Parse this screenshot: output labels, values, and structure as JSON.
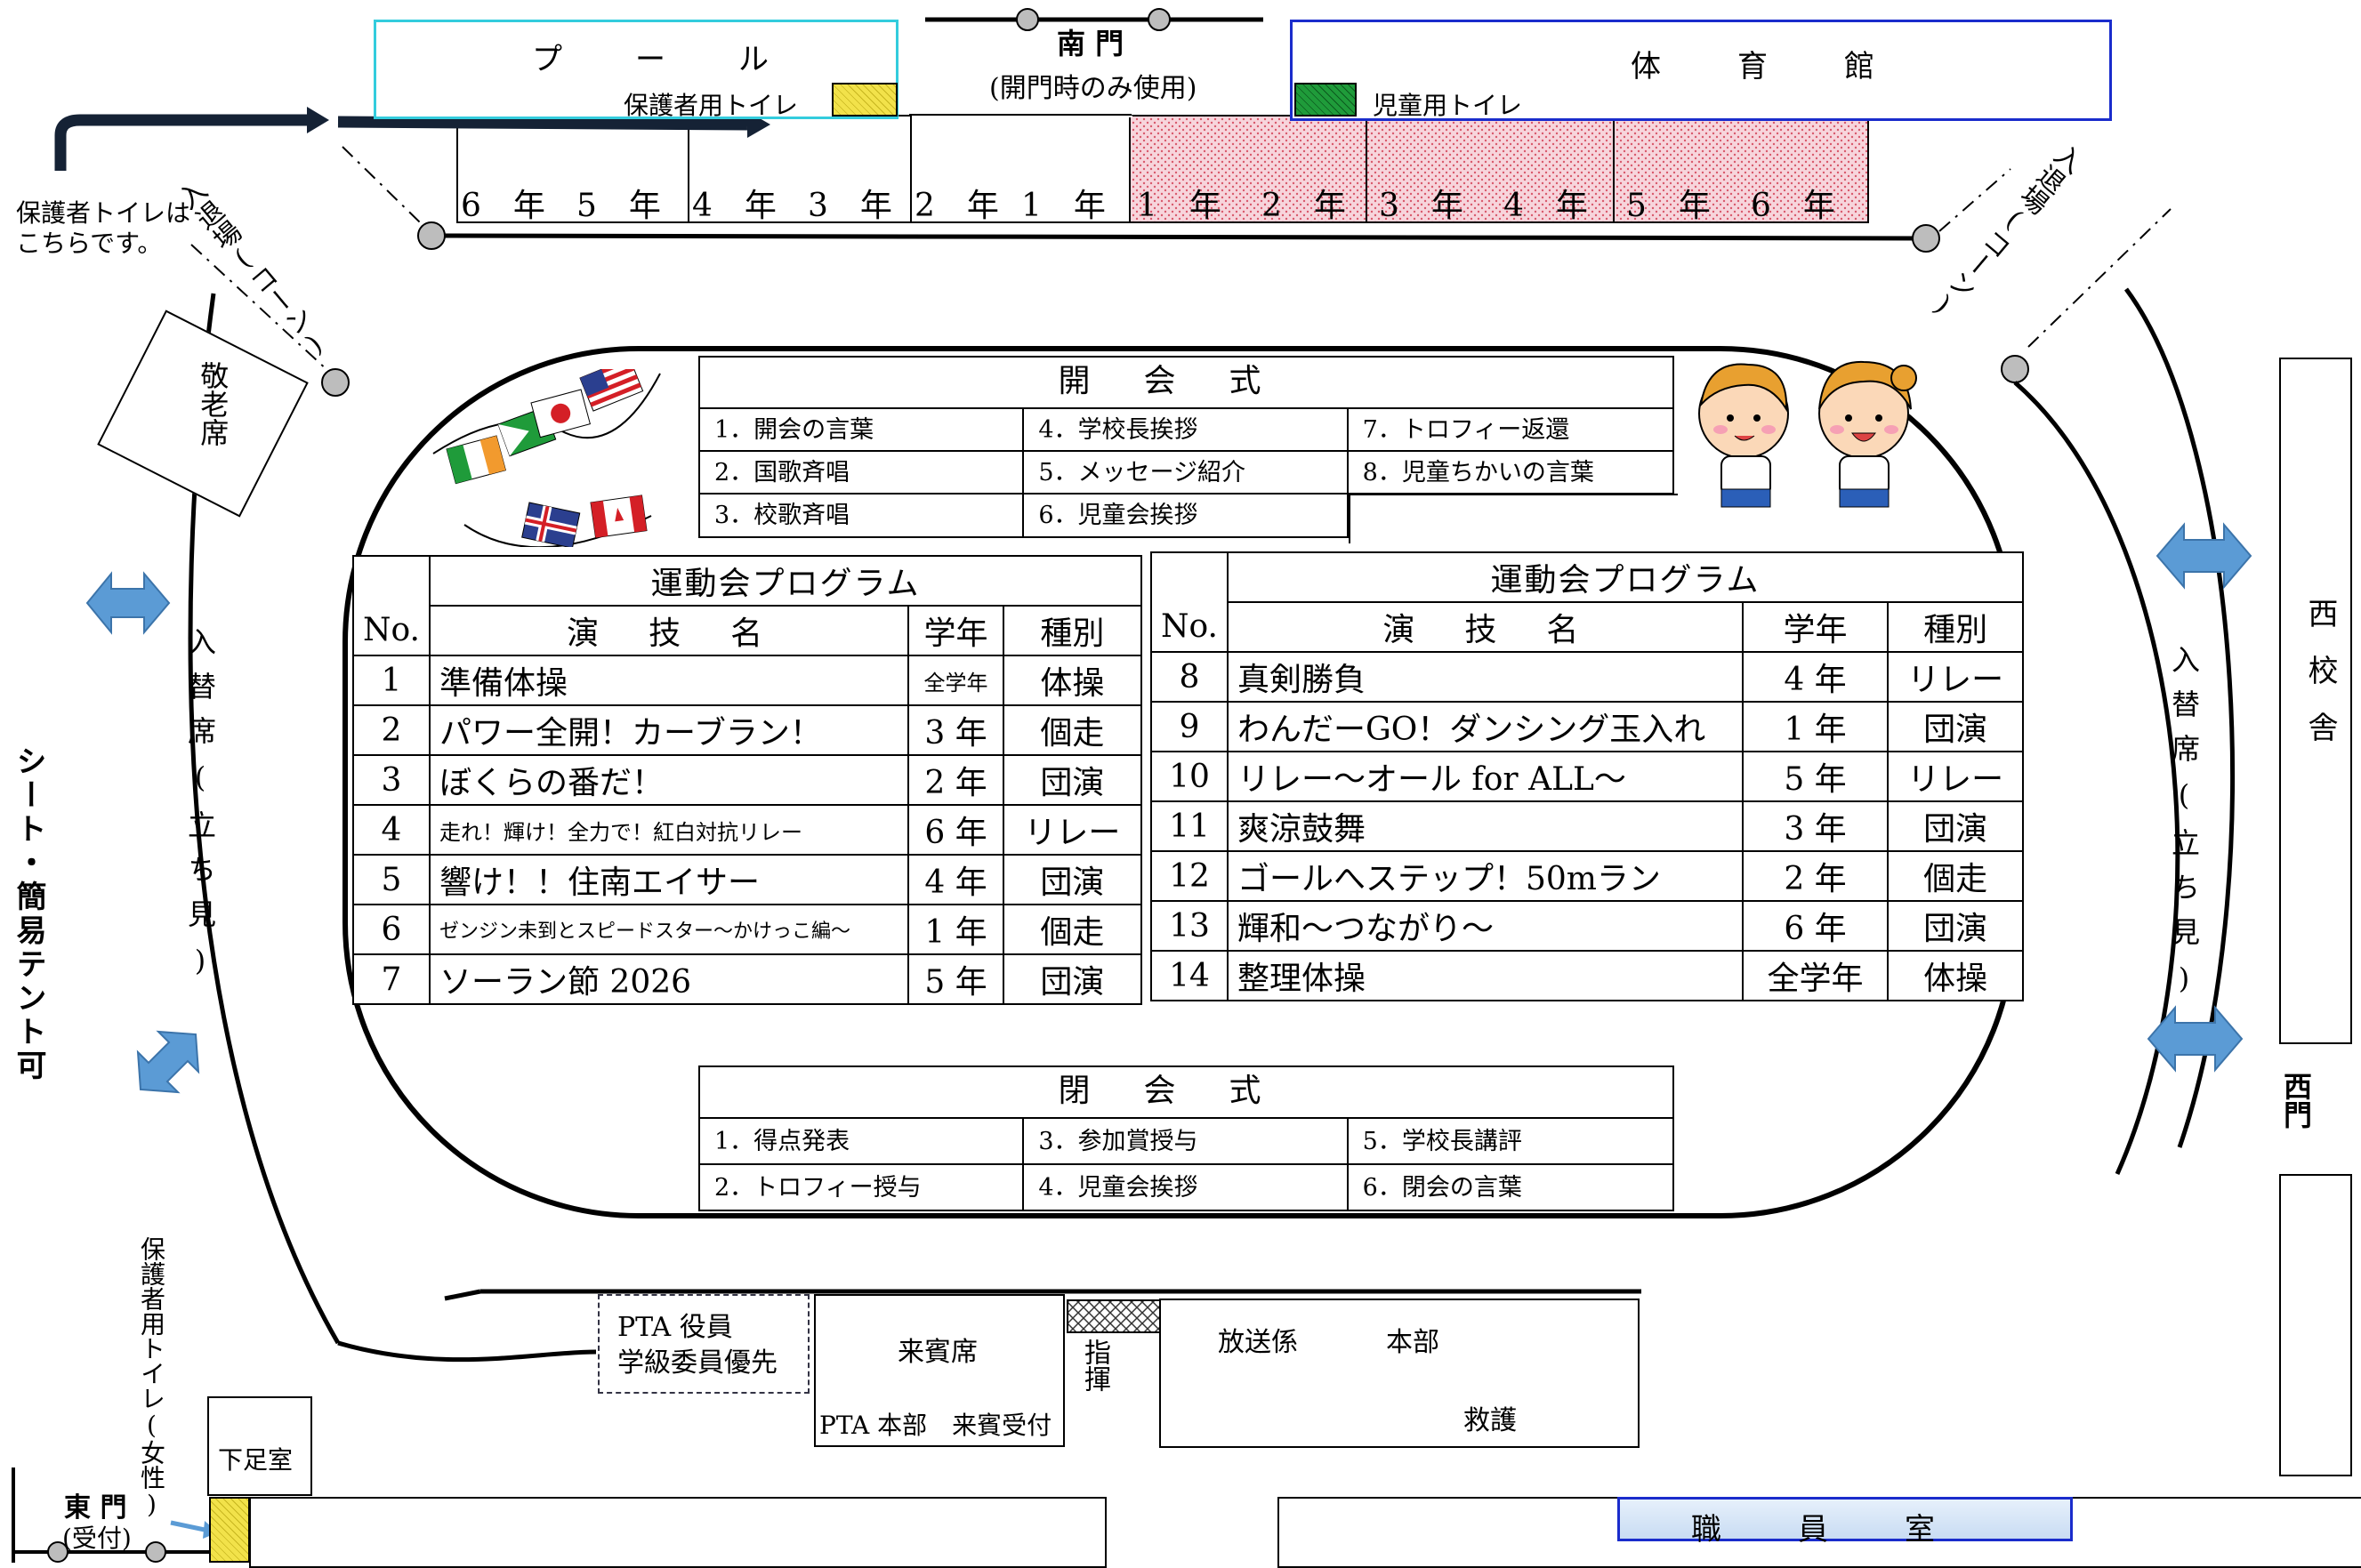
{
  "buildings": {
    "pool": "プ　ー　ル",
    "parent_toilet": "保護者用トイレ",
    "south_gate": "南 門",
    "south_gate_note": "(開門時のみ使用)",
    "gym": "体　　育　　館",
    "child_toilet": "児童用トイレ",
    "west_building": "西校舎",
    "west_gate": "西門",
    "staff_room": "職　　員　　室",
    "shoe_room": "下足室",
    "east_gate": "東 門",
    "east_gate_note": "(受付)"
  },
  "seating_grades": [
    {
      "label": "6　年"
    },
    {
      "label": "5　年"
    },
    {
      "label": "4　年"
    },
    {
      "label": "3　年"
    },
    {
      "label": "2　年"
    },
    {
      "label": "1　年"
    },
    {
      "label": "1　年"
    },
    {
      "label": "2　年"
    },
    {
      "label": "3　年"
    },
    {
      "label": "4　年"
    },
    {
      "label": "5　年"
    },
    {
      "label": "6　年"
    }
  ],
  "labels": {
    "parent_toilet_here_1": "保護者トイレは",
    "parent_toilet_here_2": "こちらです。",
    "entrance_left": "入退場(コーン)",
    "entrance_right": "入退場(コーン)",
    "elder_seats": "敬老席",
    "swap_left": "入替席(立ち見)",
    "swap_right": "入替席(立ち見)",
    "sheet_tent": "シート・簡易テント可",
    "parent_toilet_female": "保護者用トイレ(女性)",
    "pta_officers_1": "PTA 役員",
    "pta_officers_2": "学級委員優先",
    "guest_seats": "来賓席",
    "pta_hq": "PTA 本部　来賓受付",
    "commander": "指揮",
    "broadcast": "放送係",
    "headquarters": "本部",
    "first_aid": "救護"
  },
  "opening_ceremony": {
    "title": "開会式",
    "items": [
      "1．開会の言葉",
      "4．学校長挨拶",
      "7．トロフィー返還",
      "2．国歌斉唱",
      "5．メッセージ紹介",
      "8．児童ちかいの言葉",
      "3．校歌斉唱",
      "6．児童会挨拶"
    ]
  },
  "closing_ceremony": {
    "title": "閉会式",
    "items": [
      "1．得点発表",
      "3．参加賞授与",
      "5．学校長講評",
      "2．トロフィー授与",
      "4．児童会挨拶",
      "6．閉会の言葉"
    ]
  },
  "program_left": {
    "caption": "運動会プログラム",
    "headers": {
      "no": "No.",
      "name": "演　技　名",
      "grade": "学年",
      "type": "種別"
    },
    "rows": [
      {
        "no": "1",
        "name": "準備体操",
        "grade": "全学年",
        "type": "体操"
      },
      {
        "no": "2",
        "name": "パワー全開！カーブラン！",
        "grade": "3 年",
        "type": "個走"
      },
      {
        "no": "3",
        "name": "ぼくらの番だ！",
        "grade": "2 年",
        "type": "団演"
      },
      {
        "no": "4",
        "name": "走れ！輝け！全力で！紅白対抗リレー",
        "grade": "6 年",
        "type": "リレー"
      },
      {
        "no": "5",
        "name": "響け！！住南エイサー",
        "grade": "4 年",
        "type": "団演"
      },
      {
        "no": "6",
        "name": "ゼンジン未到とスピードスター～かけっこ編～",
        "grade": "1 年",
        "type": "個走"
      },
      {
        "no": "7",
        "name": "ソーラン節 2026",
        "grade": "5 年",
        "type": "団演"
      }
    ]
  },
  "program_right": {
    "caption": "運動会プログラム",
    "headers": {
      "no": "No.",
      "name": "演　技　名",
      "grade": "学年",
      "type": "種別"
    },
    "rows": [
      {
        "no": "8",
        "name": "真剣勝負",
        "grade": "4 年",
        "type": "リレー"
      },
      {
        "no": "9",
        "name": "わんだーGO！ダンシング玉入れ",
        "grade": "1 年",
        "type": "団演"
      },
      {
        "no": "10",
        "name": "リレー～オール for ALL～",
        "grade": "5 年",
        "type": "リレー"
      },
      {
        "no": "11",
        "name": "爽涼鼓舞",
        "grade": "3 年",
        "type": "団演"
      },
      {
        "no": "12",
        "name": "ゴールへステップ！50mラン",
        "grade": "2 年",
        "type": "個走"
      },
      {
        "no": "13",
        "name": "輝和～つながり～",
        "grade": "6 年",
        "type": "団演"
      },
      {
        "no": "14",
        "name": "整理体操",
        "grade": "全学年",
        "type": "体操"
      }
    ]
  },
  "colors": {
    "pool_border": "#33ccdd",
    "gym_border": "#1a2ccc",
    "parent_toilet_fill": "#f2e24a",
    "child_toilet_fill": "#1f9b3a",
    "arrow_blue": "#5b9bd5",
    "pink_area": "#f7d5dc",
    "staff_fill": "#d6e6f8"
  }
}
